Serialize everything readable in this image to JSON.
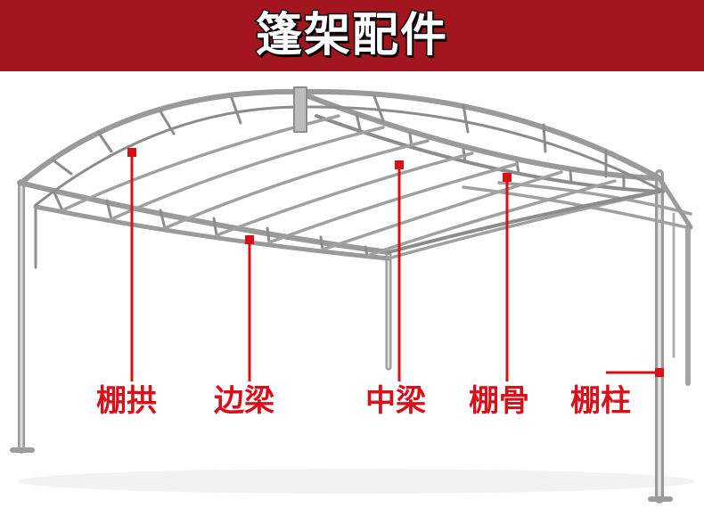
{
  "header": {
    "title": "篷架配件"
  },
  "colors": {
    "banner": "#a3151f",
    "marker": "#d8101a",
    "frame": "#8c8c8c"
  },
  "parts": [
    {
      "key": "arch",
      "label": "棚拱"
    },
    {
      "key": "side_beam",
      "label": "边梁"
    },
    {
      "key": "center_beam",
      "label": "中梁"
    },
    {
      "key": "rib",
      "label": "棚骨"
    },
    {
      "key": "pillar",
      "label": "棚柱"
    }
  ]
}
